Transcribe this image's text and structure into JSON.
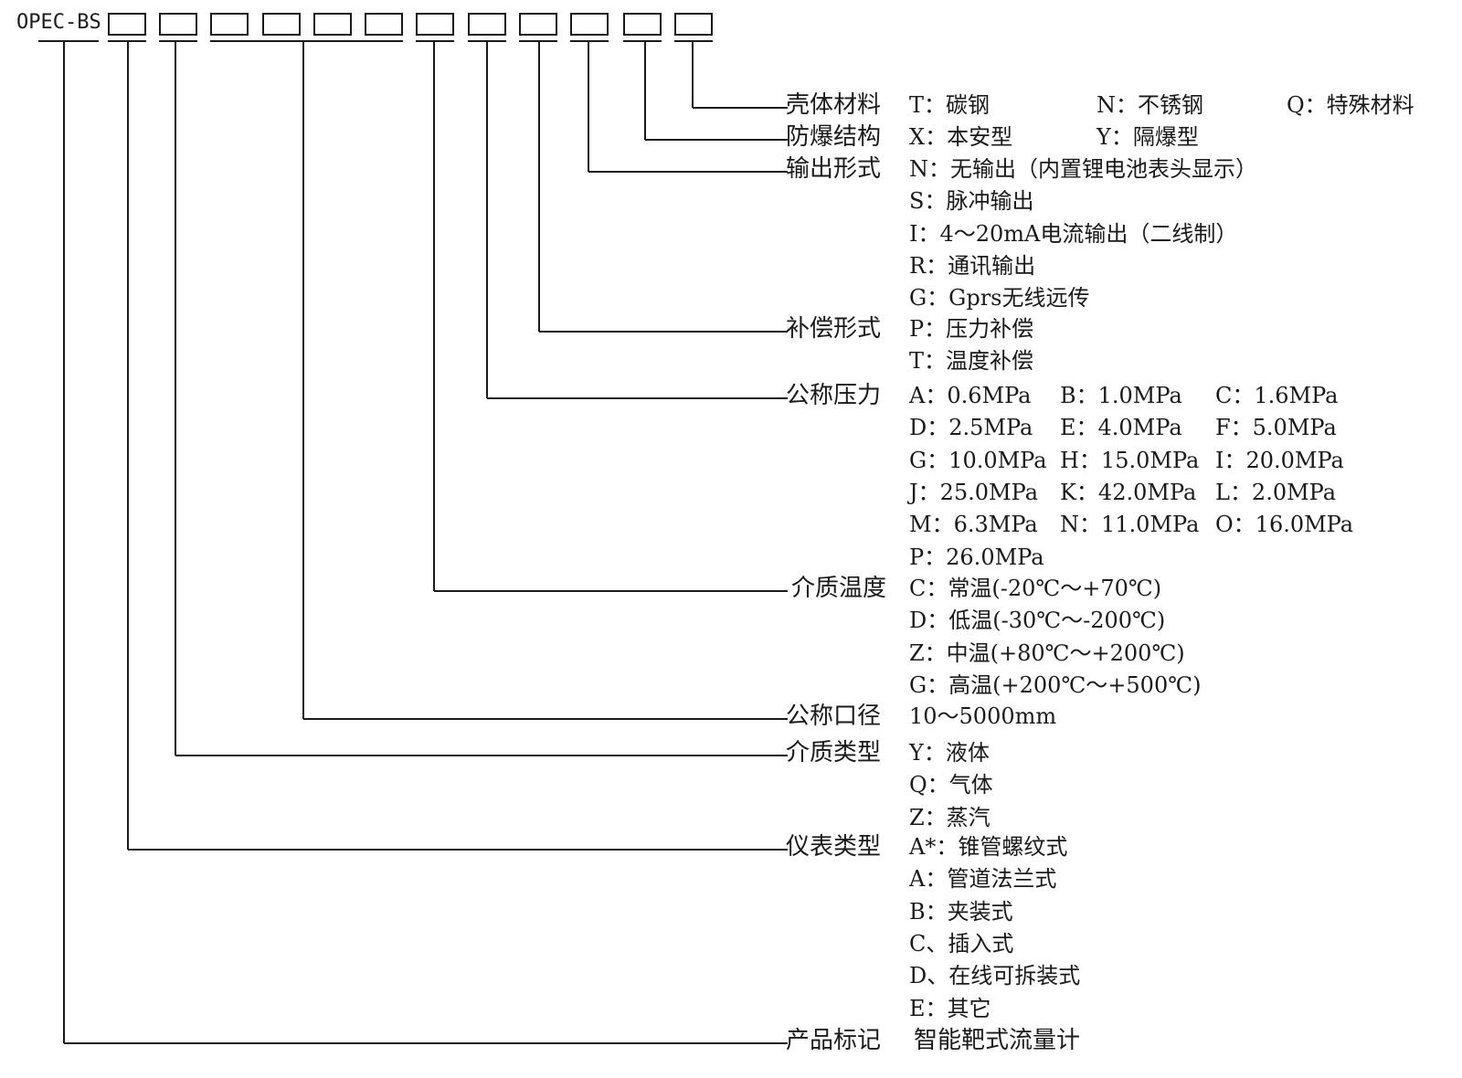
{
  "model": {
    "prefix": "OPEC-BS"
  },
  "categories": [
    {
      "label": "壳体材料",
      "rows": [
        [
          "T：碳钢",
          "N：不锈钢",
          "Q：特殊材料"
        ]
      ]
    },
    {
      "label": "防爆结构",
      "rows": [
        [
          "X：本安型",
          "Y：隔爆型"
        ]
      ]
    },
    {
      "label": "输出形式",
      "rows": [
        [
          "N：无输出（内置锂电池表头显示）"
        ],
        [
          "S：脉冲输出"
        ],
        [
          "I：4～20mA电流输出（二线制）"
        ],
        [
          "R：通讯输出"
        ],
        [
          "G：Gprs无线远传"
        ]
      ]
    },
    {
      "label": "补偿形式",
      "rows": [
        [
          "P：压力补偿"
        ],
        [
          "T：温度补偿"
        ]
      ]
    },
    {
      "label": "公称压力",
      "rows": [
        [
          "A：0.6MPa",
          "B：1.0MPa",
          "C：1.6MPa"
        ],
        [
          "D：2.5MPa",
          "E：4.0MPa",
          "F：5.0MPa"
        ],
        [
          "G：10.0MPa",
          "H：15.0MPa",
          "I：20.0MPa"
        ],
        [
          "J：25.0MPa",
          "K：42.0MPa",
          "L：2.0MPa"
        ],
        [
          "M：6.3MPa",
          "N：11.0MPa",
          "O：16.0MPa"
        ],
        [
          "P：26.0MPa"
        ]
      ]
    },
    {
      "label": "介质温度",
      "rows": [
        [
          "C：常温(-20℃～+70℃)"
        ],
        [
          "D：低温(-30℃～-200℃)"
        ],
        [
          "Z：中温(+80℃～+200℃)"
        ],
        [
          "G：高温(+200℃～+500℃)"
        ]
      ]
    },
    {
      "label": "公称口径",
      "rows": [
        [
          "10～5000mm"
        ]
      ]
    },
    {
      "label": "介质类型",
      "rows": [
        [
          "Y：液体"
        ],
        [
          "Q：气体"
        ],
        [
          "Z：蒸汽"
        ]
      ]
    },
    {
      "label": "仪表类型",
      "rows": [
        [
          "A*：锥管螺纹式"
        ],
        [
          "A：管道法兰式"
        ],
        [
          "B：夹装式"
        ],
        [
          "C、插入式"
        ],
        [
          "D、在线可拆装式"
        ],
        [
          "E：其它"
        ]
      ]
    },
    {
      "label": "产品标记",
      "rows": [
        [
          "智能靶式流量计"
        ]
      ]
    }
  ]
}
